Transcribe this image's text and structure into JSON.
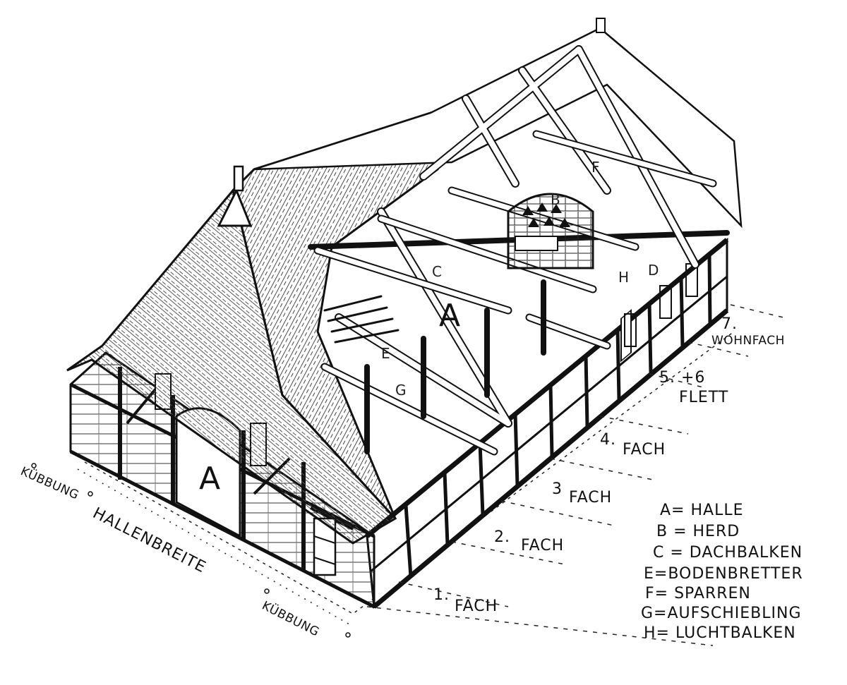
{
  "diagram": {
    "structure_labels": {
      "halle_floor": "A",
      "halle_interior": "A",
      "herd": "B",
      "dachbalken": "C",
      "bodenbretter": "E",
      "sparren": "F",
      "aufschiebling": "G",
      "luchtbalken": "H",
      "flett_marker": "D"
    },
    "bay_labels": [
      {
        "number": "7.",
        "text": "WOHNFACH"
      },
      {
        "number": "5. +6",
        "text": "FLETT"
      },
      {
        "number": "4.",
        "text": "FACH"
      },
      {
        "number": "3",
        "text": "FACH"
      },
      {
        "number": "2.",
        "text": "FACH"
      },
      {
        "number": "1.",
        "text": "FACH"
      }
    ],
    "width_labels": {
      "kubbung_left": "KÜBBUNG",
      "hallenbreite": "HALLENBREITE",
      "kubbung_right": "KÜBBUNG"
    },
    "legend": [
      "A= HALLE",
      "B = HERD",
      "C = DACHBALKEN",
      "E=BODENBRETTER",
      "F= SPARREN",
      "G=AUFSCHIEBLING",
      "H= LUCHTBALKEN"
    ]
  }
}
